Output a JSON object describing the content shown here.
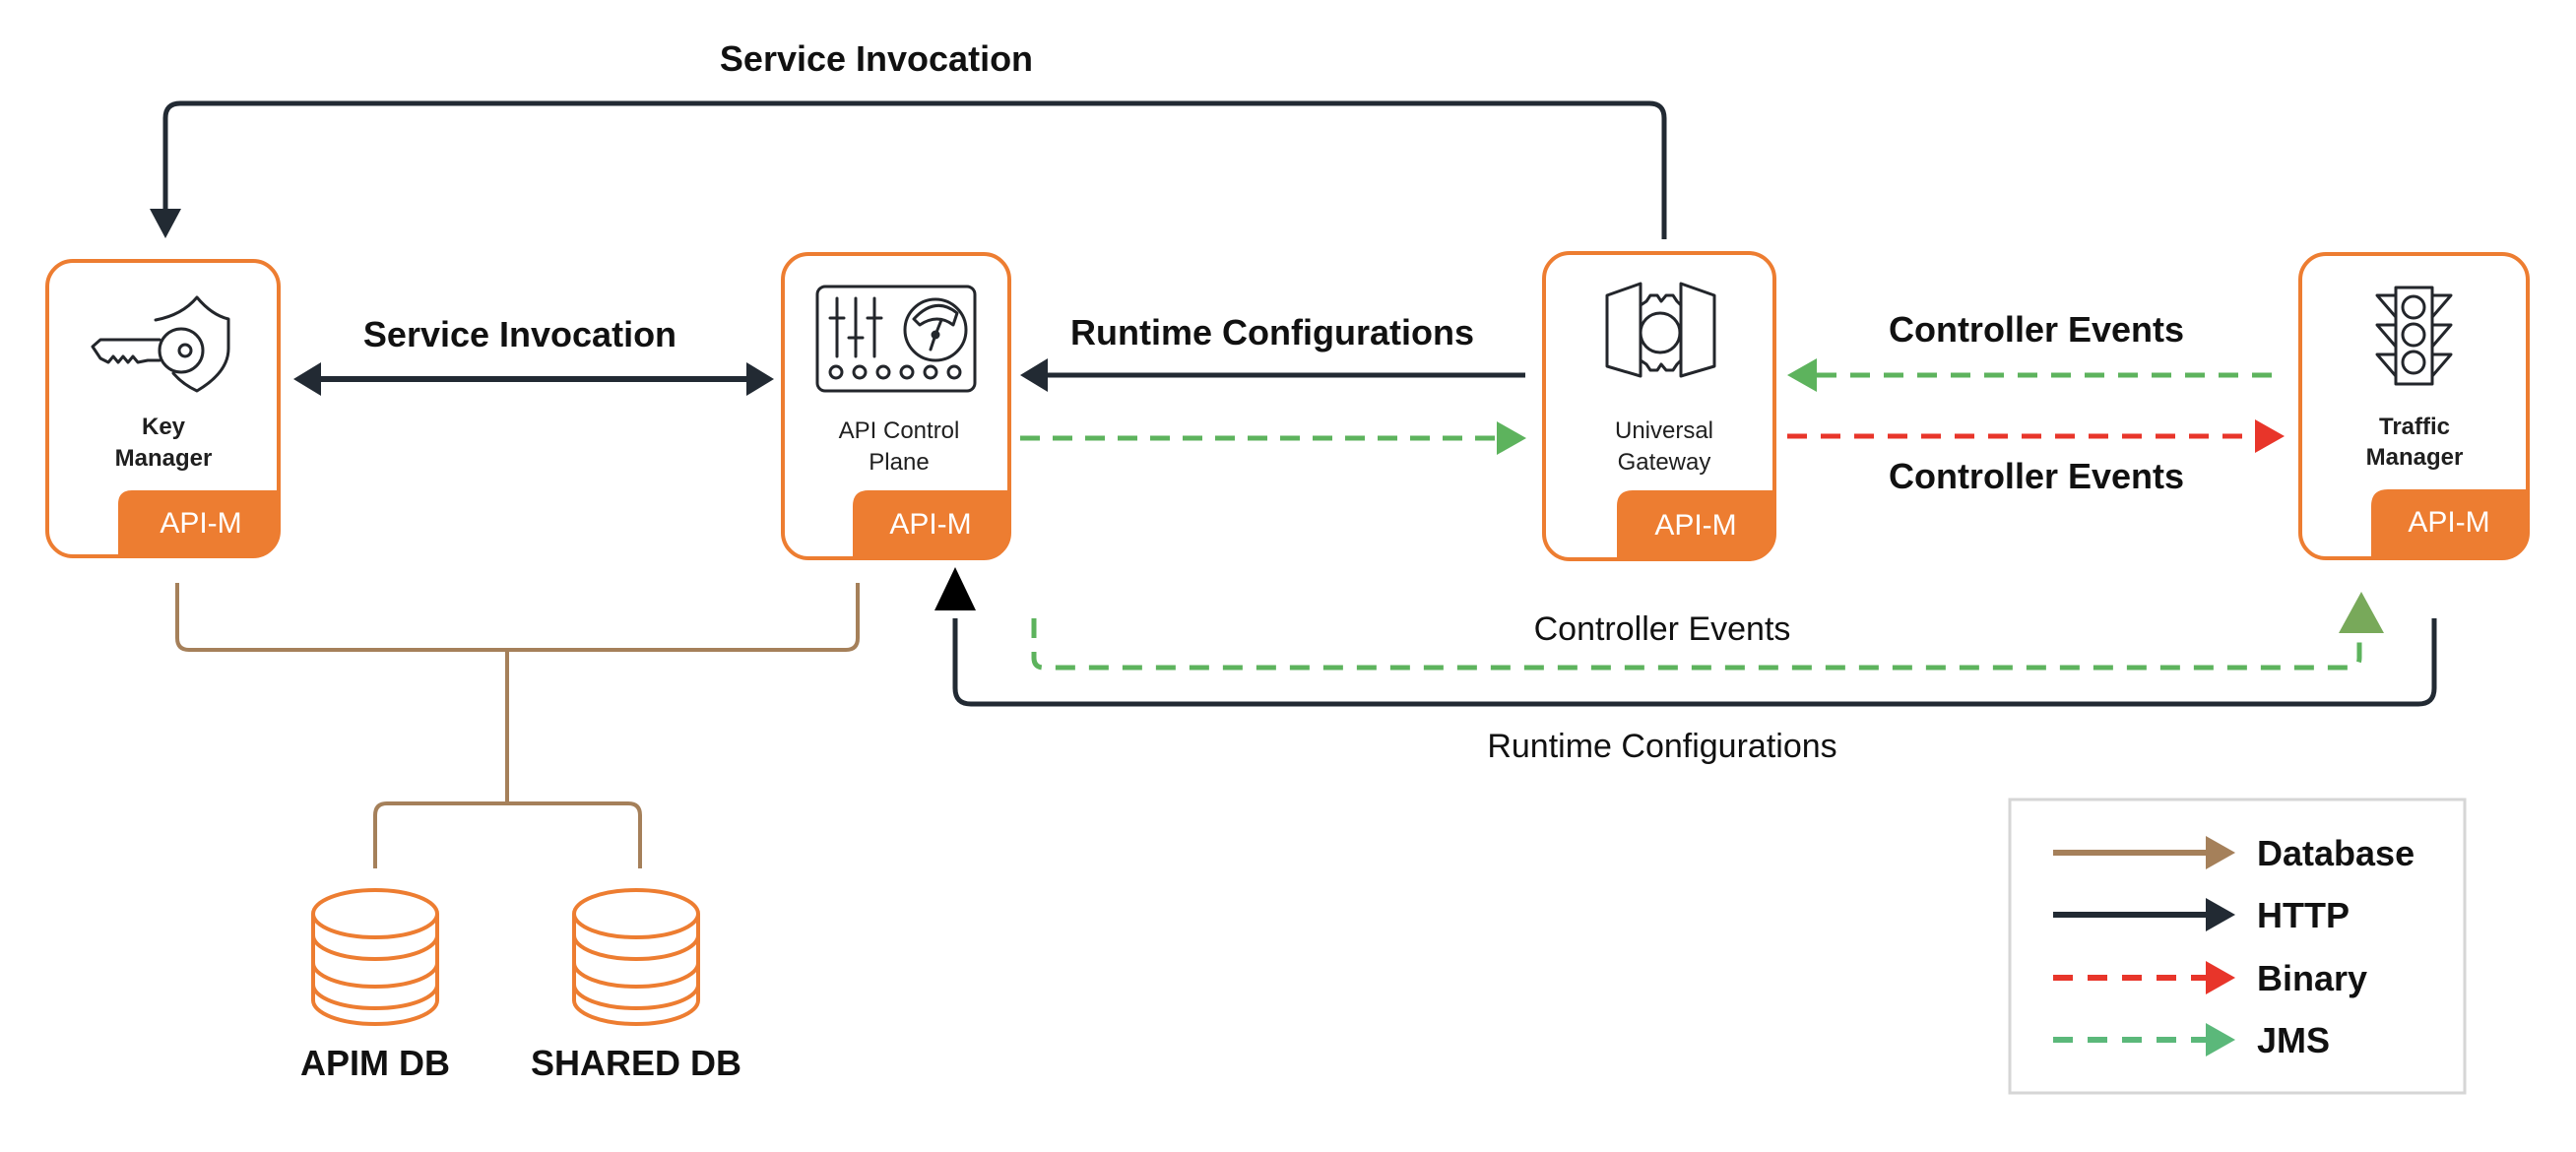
{
  "colors": {
    "orange": "#ED7D31",
    "http": "#222A33",
    "database": "#A5805A",
    "binary": "#E8352A",
    "jms": "#5DB35D",
    "jms_legend": "#5BB87A"
  },
  "nodes": {
    "key_manager": {
      "name_line1": "Key",
      "name_line2": "Manager",
      "badge": "API-M",
      "icon": "key-shield-icon"
    },
    "api_control_plane": {
      "name_line1": "API Control",
      "name_line2": "Plane",
      "badge": "API-M",
      "icon": "control-panel-icon"
    },
    "universal_gateway": {
      "name_line1": "Universal",
      "name_line2": "Gateway",
      "badge": "API-M",
      "icon": "gateway-gear-icon"
    },
    "traffic_manager": {
      "name_line1": "Traffic",
      "name_line2": "Manager",
      "badge": "API-M",
      "icon": "traffic-light-icon"
    }
  },
  "connections": {
    "top_service_invocation": {
      "label": "Service Invocation",
      "type": "HTTP",
      "from": "Universal Gateway",
      "to": "Key Manager"
    },
    "mid_service_invocation": {
      "label": "Service Invocation",
      "type": "HTTP",
      "from": "Key Manager",
      "to": "API Control Plane",
      "bidirectional": true
    },
    "runtime_config_upper": {
      "label": "Runtime Configurations",
      "type": "HTTP",
      "from": "Universal Gateway",
      "to": "API Control Plane"
    },
    "acp_to_gateway_jms": {
      "label": "",
      "type": "JMS",
      "from": "API Control Plane",
      "to": "Universal Gateway"
    },
    "controller_events_upper": {
      "label": "Controller Events",
      "type": "JMS",
      "from": "Traffic Manager",
      "to": "Universal Gateway"
    },
    "controller_events_binary": {
      "label": "Controller Events",
      "type": "Binary",
      "from": "Universal Gateway",
      "to": "Traffic Manager"
    },
    "controller_events_lower": {
      "label": "Controller Events",
      "type": "JMS",
      "from": "API Control Plane",
      "to": "Traffic Manager"
    },
    "runtime_config_lower": {
      "label": "Runtime Configurations",
      "type": "HTTP",
      "from": "Traffic Manager",
      "to": "API Control Plane"
    }
  },
  "databases": [
    {
      "label": "APIM DB"
    },
    {
      "label": "SHARED DB"
    }
  ],
  "legend": {
    "items": [
      {
        "label": "Database",
        "style": "solid",
        "color_key": "database"
      },
      {
        "label": "HTTP",
        "style": "solid",
        "color_key": "http"
      },
      {
        "label": "Binary",
        "style": "dashed",
        "color_key": "binary"
      },
      {
        "label": "JMS",
        "style": "dashed",
        "color_key": "jms_legend"
      }
    ]
  }
}
